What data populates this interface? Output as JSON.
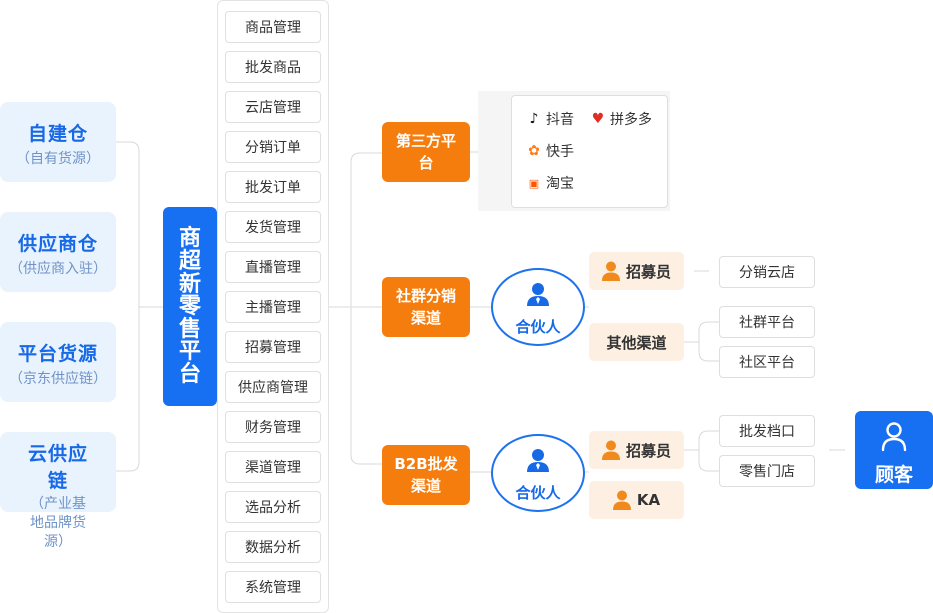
{
  "sources": [
    {
      "title": "自建仓",
      "sub": "（自有货源）"
    },
    {
      "title": "供应商仓",
      "sub": "（供应商入驻）"
    },
    {
      "title": "平台货源",
      "sub": "（京东供应链）"
    },
    {
      "title": "云供应链",
      "sub": "（产业基地品牌货源）"
    }
  ],
  "platform": {
    "label": "商超新零售平台"
  },
  "modules": [
    "商品管理",
    "批发商品",
    "云店管理",
    "分销订单",
    "批发订单",
    "发货管理",
    "直播管理",
    "主播管理",
    "招募管理",
    "供应商管理",
    "财务管理",
    "渠道管理",
    "选品分析",
    "数据分析",
    "系统管理"
  ],
  "channels": [
    {
      "label": "第三方平台"
    },
    {
      "label": "社群分销渠道"
    },
    {
      "label": "B2B批发渠道"
    }
  ],
  "ecommerce": [
    {
      "name": "抖音",
      "icon": "douyin-icon",
      "color": "#111111"
    },
    {
      "name": "拼多多",
      "icon": "pinduoduo-icon",
      "color": "#e02e24"
    },
    {
      "name": "快手",
      "icon": "kuaishou-icon",
      "color": "#ff7a1a"
    },
    {
      "name": "淘宝",
      "icon": "taobao-icon",
      "color": "#ff5500"
    }
  ],
  "partners": [
    {
      "label": "合伙人"
    },
    {
      "label": "合伙人"
    }
  ],
  "roles": [
    {
      "label": "招募员"
    },
    {
      "label": "其他渠道"
    },
    {
      "label": "招募员"
    },
    {
      "label": "KA"
    }
  ],
  "leaves": [
    "分销云店",
    "社群平台",
    "社区平台",
    "批发档口",
    "零售门店"
  ],
  "customer": {
    "label": "顾客"
  },
  "colors": {
    "primary": "#176ff2",
    "orange": "#f57d0e",
    "source_bg": "#e9f3fd",
    "role_bg": "#fdf0e2"
  }
}
